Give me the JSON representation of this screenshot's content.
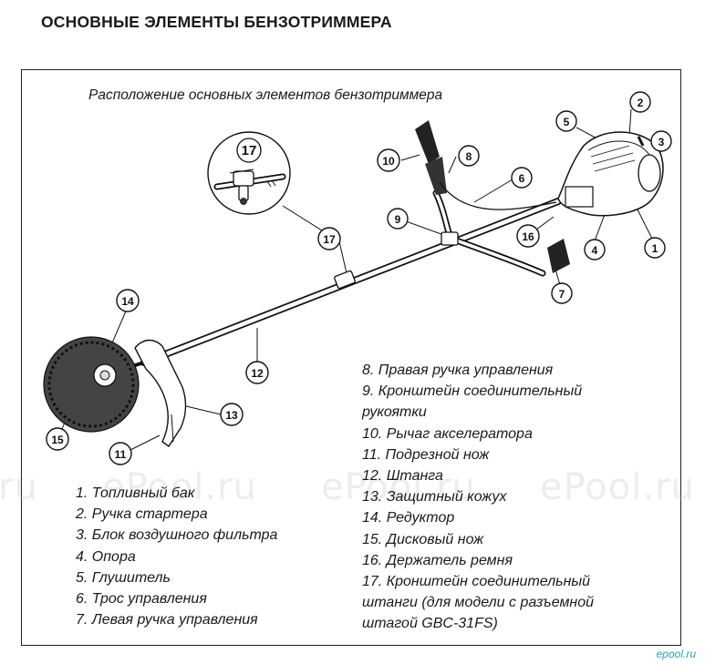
{
  "page_title": "ОСНОВНЫЕ ЭЛЕМЕНТЫ БЕНЗОТРИММЕРА",
  "subtitle": "Расположение основных элементов бензотриммера",
  "inset_label": "17",
  "callouts": [
    "1",
    "2",
    "3",
    "4",
    "5",
    "6",
    "7",
    "8",
    "9",
    "10",
    "11",
    "12",
    "13",
    "14",
    "15",
    "16",
    "17"
  ],
  "legend_left": [
    "1. Топливный бак",
    "2. Ручка стартера",
    "3. Блок воздушного фильтра",
    "4. Опора",
    "5. Глушитель",
    "6. Трос управления",
    "7. Левая ручка управления"
  ],
  "legend_right": [
    "8. Правая ручка управления",
    "9. Кронштейн соединительный",
    "рукоятки",
    "10. Рычаг акселератора",
    "11. Подрезной нож",
    "12. Штанга",
    "13. Защитный кожух",
    "14. Редуктор",
    "15. Дисковый нож",
    "16. Держатель ремня",
    "17. Кронштейн соединительный",
    "штанги (для модели с разъемной",
    "штагой GBC-31FS)"
  ],
  "watermark": "ePool.ru",
  "site_mark": "epool.ru"
}
